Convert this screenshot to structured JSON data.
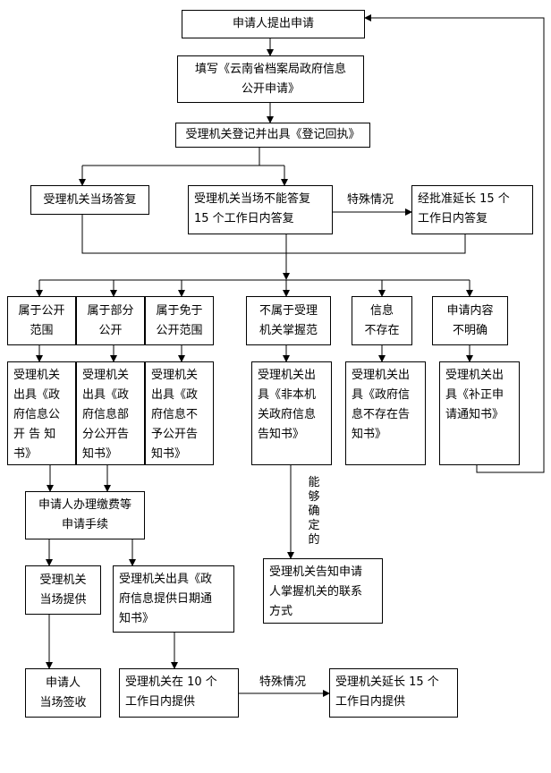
{
  "nodes": {
    "apply": "申请人提出申请",
    "fill_form": "填写《云南省档案局政府信息\n公开申请》",
    "register": "受理机关登记并出具《登记回执》",
    "reply_now": "受理机关当场答复",
    "reply_15": "受理机关当场不能答复\n15 个工作日内答复",
    "extend_15": "经批准延长 15 个\n工作日内答复",
    "public_scope": "属于公开\n范围",
    "partial_public": "属于部分\n公开",
    "exempt": "属于免于\n公开范围",
    "not_in_scope": "不属于受理\n机关掌握范",
    "not_exist": "信息\n不存在",
    "unclear": "申请内容\n不明确",
    "notice_public": "受理机关\n出具《政\n府信息公\n开 告 知\n书》",
    "notice_partial": "受理机关\n出具《政\n府信息部\n分公开告\n知书》",
    "notice_exempt": "受理机关\n出具《政\n府信息不\n予公开告\n知书》",
    "notice_not_agency": "受理机关出\n具《非本机\n关政府信息\n告知书》",
    "notice_not_exist": "受理机关出\n具《政府信\n息不存在告\n知书》",
    "notice_correct": "受理机关出\n具《补正申\n请通知书》",
    "fee": "申请人办理缴费等\n申请手续",
    "provide_now": "受理机关\n当场提供",
    "date_notice": "受理机关出具《政\n府信息提供日期通\n知书》",
    "contact": "受理机关告知申请\n人掌握机关的联系\n方式",
    "sign": "申请人\n当场签收",
    "provide_10": "受理机关在 10 个\n工作日内提供",
    "extend_provide": "受理机关延长 15 个\n工作日内提供"
  },
  "edge_labels": {
    "special_1": "特殊情况",
    "can_determine": "能\n够\n确\n定\n的",
    "special_2": "特殊情况"
  },
  "colors": {
    "line": "#000000",
    "box_border": "#000000",
    "background": "#ffffff"
  }
}
